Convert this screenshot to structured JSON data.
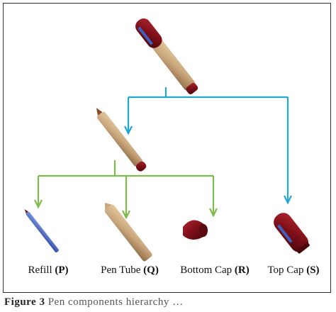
{
  "diagram": {
    "colors": {
      "level1_connector": "#22a7d2",
      "level2_connector": "#7dbb4d",
      "pen_body": "#c9a67b",
      "cap": "#7c0f18",
      "refill": "#3f5fbf"
    },
    "nodes": {
      "pen_assembly": {
        "kind": "assembled-pen"
      },
      "subassembly": {
        "kind": "pen-tube-with-bottom-cap"
      },
      "refill": {
        "name": "Refill ",
        "code": "(P)"
      },
      "pen_tube": {
        "name": "Pen Tube ",
        "code": "(Q)"
      },
      "bottom_cap": {
        "name": "Bottom Cap ",
        "code": "(R)"
      },
      "top_cap": {
        "name": "Top Cap ",
        "code": "(S)"
      }
    }
  },
  "caption": {
    "lead": "Figure 3",
    "rest": "  Pen components hierarchy …"
  }
}
